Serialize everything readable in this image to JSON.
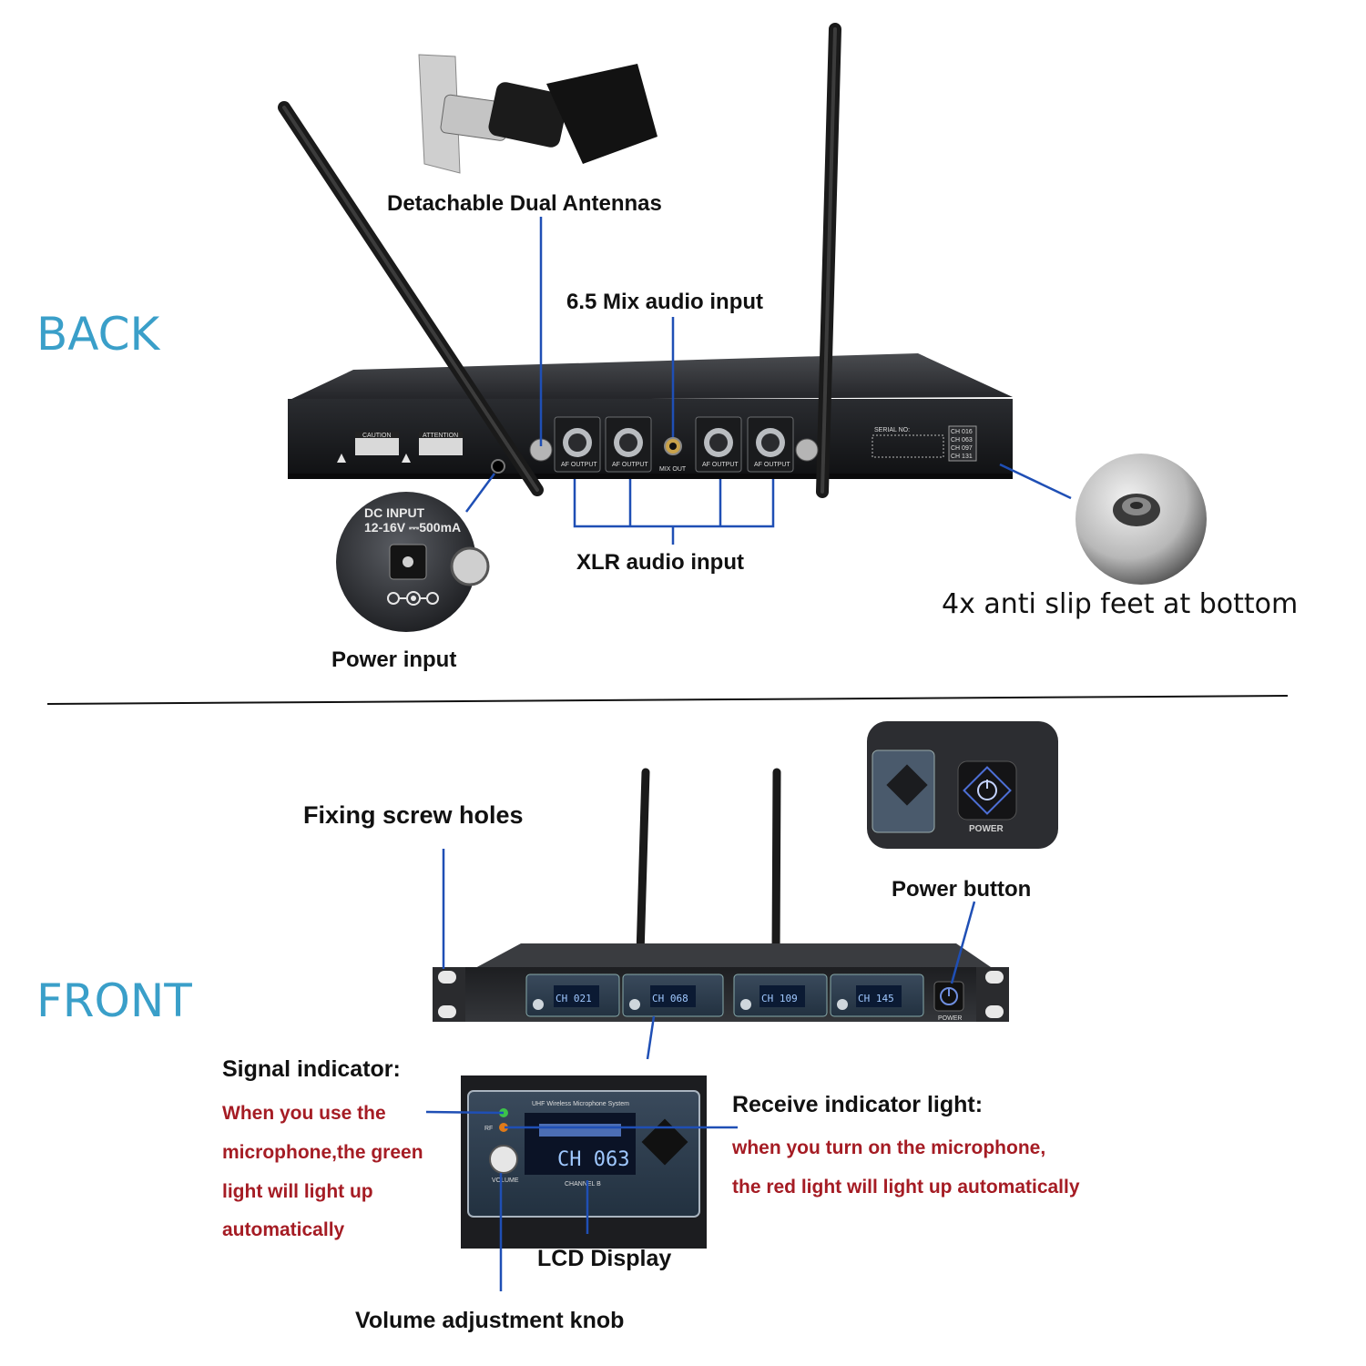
{
  "sections": {
    "back": "BACK",
    "front": "FRONT"
  },
  "back": {
    "callouts": {
      "antennas": "Detachable Dual Antennas",
      "mix_input": "6.5 Mix audio input",
      "xlr_input": "XLR audio input",
      "power_input": "Power input",
      "feet": "4x anti slip feet at bottom"
    },
    "panel": {
      "caution": "CAUTION",
      "attention": "ATTENTION",
      "mix_out": "MIX OUT",
      "serial": "SERIAL NO:",
      "xlr_ports": [
        "AF OUTPUT",
        "AF OUTPUT",
        "AF OUTPUT",
        "AF OUTPUT"
      ],
      "channel_tags": [
        "CH 016",
        "CH 063",
        "CH 097",
        "CH 131"
      ]
    },
    "dc_closeup": {
      "line1": "DC INPUT",
      "line2": "12-16V ⎓500mA"
    }
  },
  "front": {
    "callouts": {
      "screw_holes": "Fixing screw holes",
      "power_button": "Power button",
      "signal_title": "Signal indicator:",
      "signal_desc": [
        "When you use the",
        "microphone,the green",
        "light will light up",
        "automatically"
      ],
      "receive_title": "Receive indicator light:",
      "receive_desc": [
        "when you turn on the microphone,",
        "the red light will light up automatically"
      ],
      "lcd": "LCD Display",
      "volume": "Volume adjustment knob"
    },
    "channels": [
      "CH 021",
      "CH 068",
      "CH 109",
      "CH 145"
    ],
    "power_label": "POWER",
    "closeup": {
      "system": "UHF Wireless Microphone System",
      "rf": "RF",
      "channel": "CH 063",
      "channel_label": "CHANNEL B",
      "volume": "VOLUME"
    }
  },
  "colors": {
    "accent": "#3a9fc9",
    "leader": "#1f4fb5",
    "red_text": "#a51c24"
  }
}
